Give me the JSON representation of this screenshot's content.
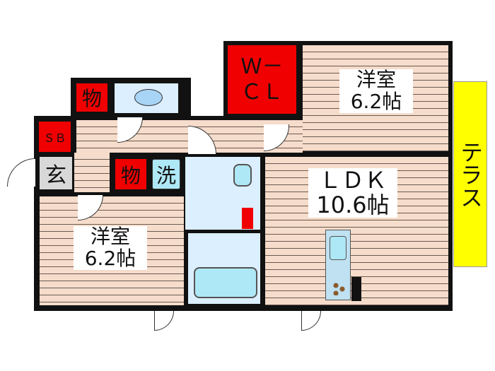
{
  "rooms": {
    "bedroom_top": {
      "name": "洋室",
      "size": "6.2帖"
    },
    "bedroom_left": {
      "name": "洋室",
      "size": "6.2帖"
    },
    "ldk": {
      "name": "ＬＤＫ",
      "size": "10.6帖"
    },
    "walk_in_closet": {
      "line1": "Ｗ－",
      "line2": "ＣＬ"
    },
    "storage_top": "物",
    "storage_mid": "物",
    "shoe_box": "ＳＢ",
    "entrance": "玄",
    "laundry": "洗",
    "terrace": "テラス"
  },
  "colors": {
    "storage": "#f00000",
    "terrace": "#ffff00",
    "floor": "#f6dccb",
    "wet_area": "#dcefff",
    "entrance": "#d8d8d8"
  }
}
